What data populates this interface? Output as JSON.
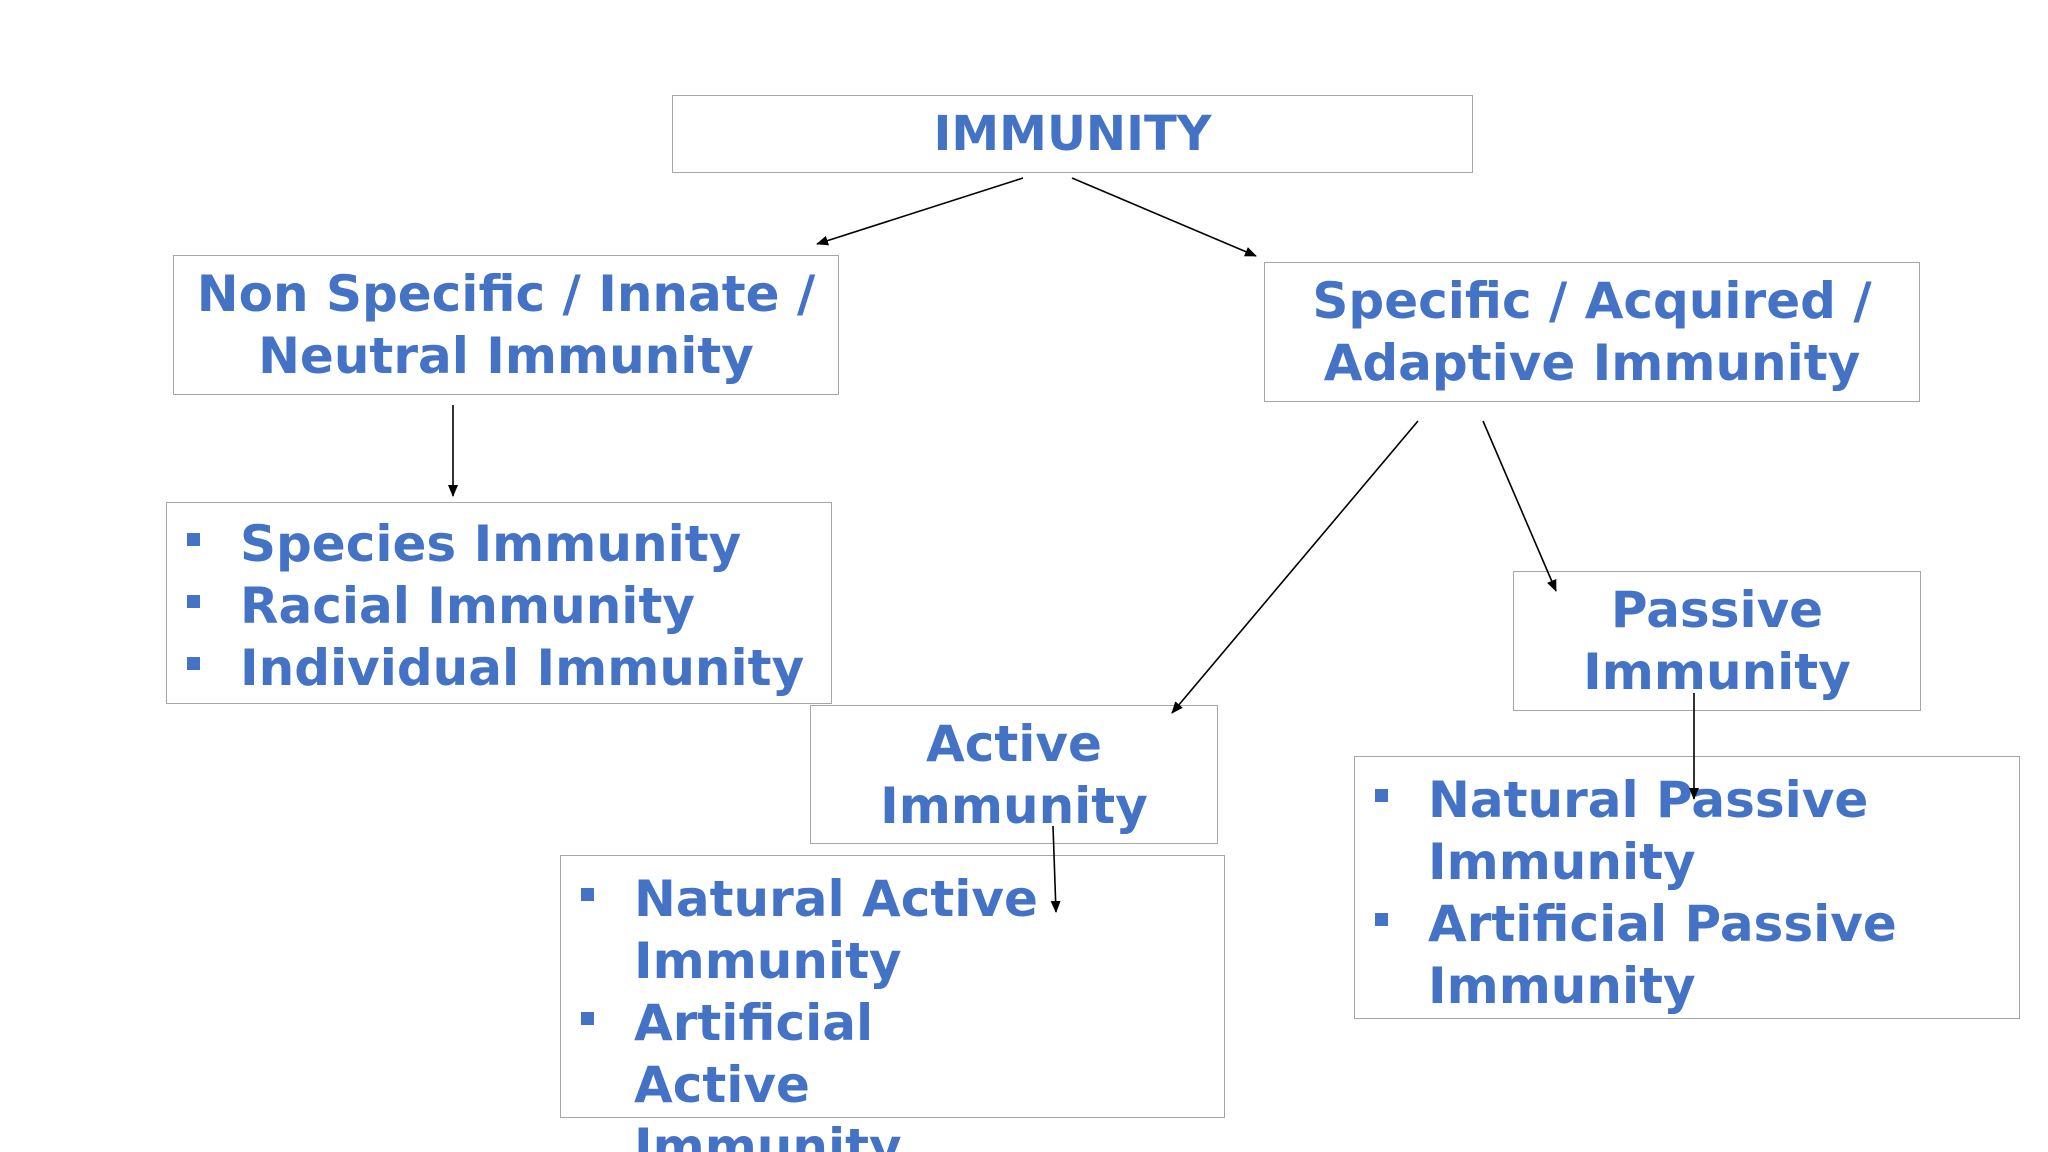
{
  "root": {
    "label": "IMMUNITY"
  },
  "innate": {
    "line1": "Non Specific / Innate /",
    "line2": "Neutral Immunity",
    "items": [
      "Species Immunity",
      "Racial Immunity",
      "Individual Immunity"
    ]
  },
  "adaptive": {
    "line1": "Specific / Acquired /",
    "line2": "Adaptive Immunity"
  },
  "active": {
    "line1": "Active",
    "line2": "Immunity",
    "items": [
      "Natural Active Immunity",
      "Artificial Active Immunity"
    ]
  },
  "passive": {
    "line1": "Passive",
    "line2": "Immunity",
    "items": [
      "Natural Passive Immunity",
      "Artificial Passive Immunity"
    ]
  },
  "colors": {
    "text": "#4472c4",
    "border": "#a6a6a6",
    "arrow": "#000000"
  }
}
